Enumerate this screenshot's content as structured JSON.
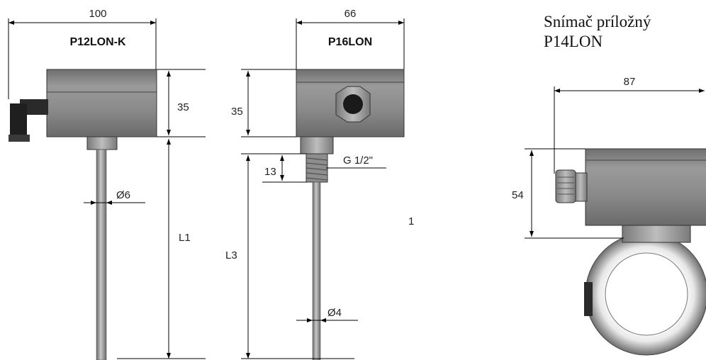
{
  "p12": {
    "model": "P12LON-K",
    "width": "100",
    "height": "35",
    "length": "L1",
    "diameter": "Ø6"
  },
  "p16": {
    "model": "P16LON",
    "width": "66",
    "height": "35",
    "thread_length": "13",
    "thread": "G 1/2\"",
    "length": "L3",
    "diameter": "Ø4"
  },
  "stray_mark": "1",
  "p14": {
    "title_line1": "Snímač príložný",
    "title_line2": "P14LON",
    "width": "87",
    "height": "54"
  }
}
